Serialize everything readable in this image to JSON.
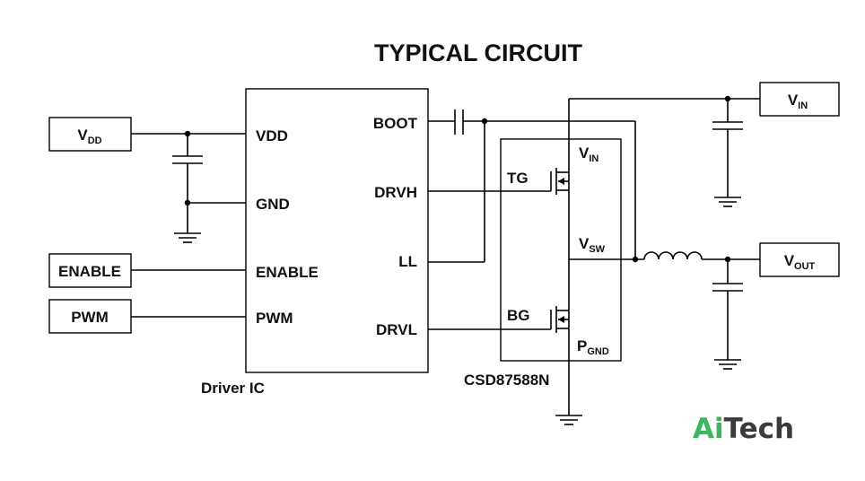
{
  "title": "TYPICAL CIRCUIT",
  "terminals": {
    "vdd": {
      "main": "V",
      "sub": "DD"
    },
    "enable": {
      "main": "ENABLE"
    },
    "pwm": {
      "main": "PWM"
    },
    "vin": {
      "main": "V",
      "sub": "IN"
    },
    "vout": {
      "main": "V",
      "sub": "OUT"
    }
  },
  "driver": {
    "caption": "Driver IC",
    "pins_left": [
      "VDD",
      "GND",
      "ENABLE",
      "PWM"
    ],
    "pins_right": [
      "BOOT",
      "DRVH",
      "LL",
      "DRVL"
    ]
  },
  "mosfet_module": {
    "caption": "CSD87588N",
    "tg": "TG",
    "bg": "BG",
    "vin": {
      "main": "V",
      "sub": "IN"
    },
    "vsw": {
      "main": "V",
      "sub": "SW"
    },
    "pgnd": {
      "main": "P",
      "sub": "GND"
    }
  },
  "logo": {
    "part1": "Ai",
    "part2": "Tech",
    "color1": "#3cb55e",
    "color2": "#3a3a3a"
  }
}
